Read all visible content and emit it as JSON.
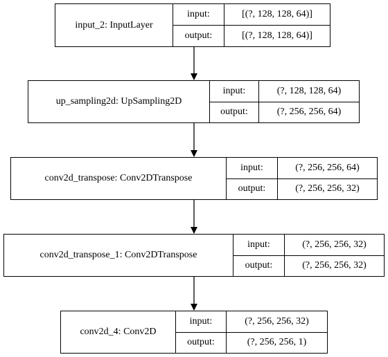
{
  "diagram": {
    "input_label": "input:",
    "output_label": "output:",
    "nodes": [
      {
        "name": "input_2: InputLayer",
        "input": "[(?, 128, 128, 64)]",
        "output": "[(?, 128, 128, 64)]"
      },
      {
        "name": "up_sampling2d: UpSampling2D",
        "input": "(?, 128, 128, 64)",
        "output": "(?, 256, 256, 64)"
      },
      {
        "name": "conv2d_transpose: Conv2DTranspose",
        "input": "(?, 256, 256, 64)",
        "output": "(?, 256, 256, 32)"
      },
      {
        "name": "conv2d_transpose_1: Conv2DTranspose",
        "input": "(?, 256, 256, 32)",
        "output": "(?, 256, 256, 32)"
      },
      {
        "name": "conv2d_4: Conv2D",
        "input": "(?, 256, 256, 32)",
        "output": "(?, 256, 256, 1)"
      }
    ]
  }
}
